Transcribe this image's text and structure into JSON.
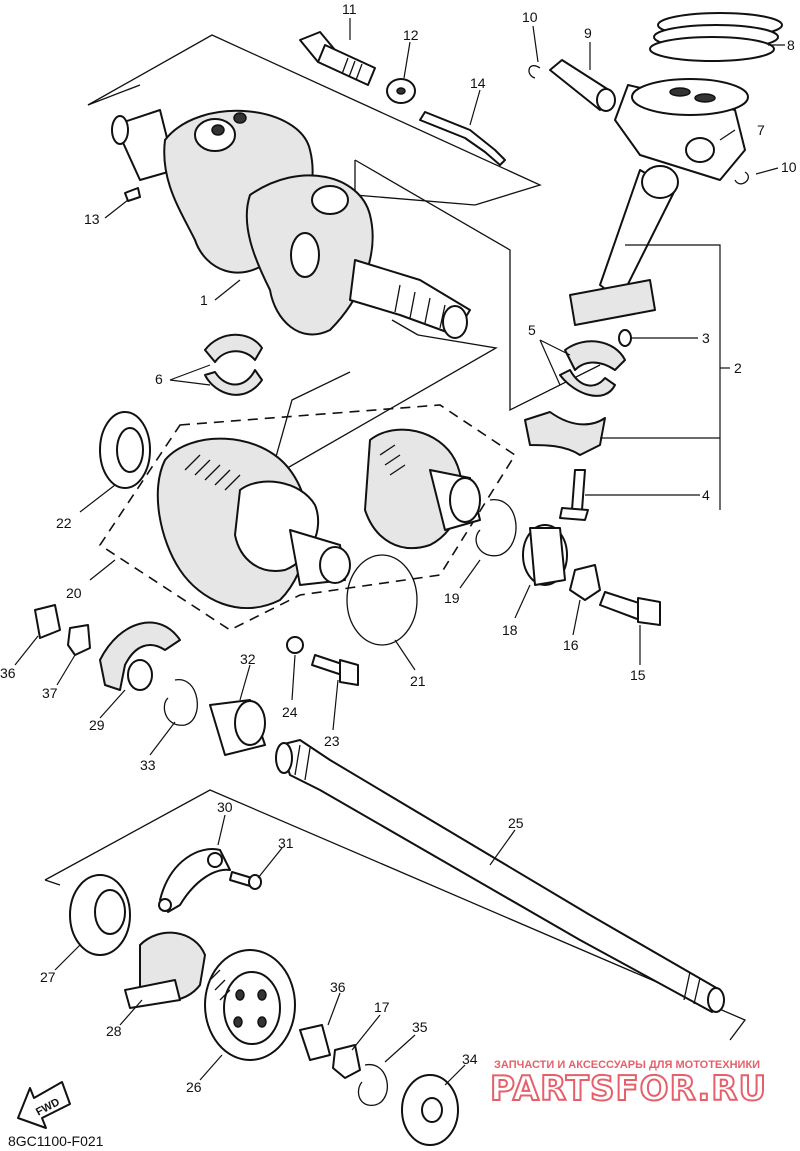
{
  "diagram_code": "8GC1100-F021",
  "fwd_label": "FWD",
  "watermark": {
    "tagline": "ЗАПЧАСТИ И АКСЕССУАРЫ ДЛЯ МОТОТЕХНИКИ",
    "brand": "PARTSFOR.RU"
  },
  "callouts": [
    "1",
    "2",
    "3",
    "4",
    "5",
    "6",
    "7",
    "8",
    "9",
    "10",
    "10",
    "11",
    "12",
    "13",
    "14",
    "15",
    "16",
    "17",
    "18",
    "19",
    "20",
    "21",
    "22",
    "23",
    "24",
    "25",
    "26",
    "27",
    "28",
    "29",
    "30",
    "31",
    "32",
    "33",
    "34",
    "35",
    "36",
    "36",
    "37"
  ]
}
